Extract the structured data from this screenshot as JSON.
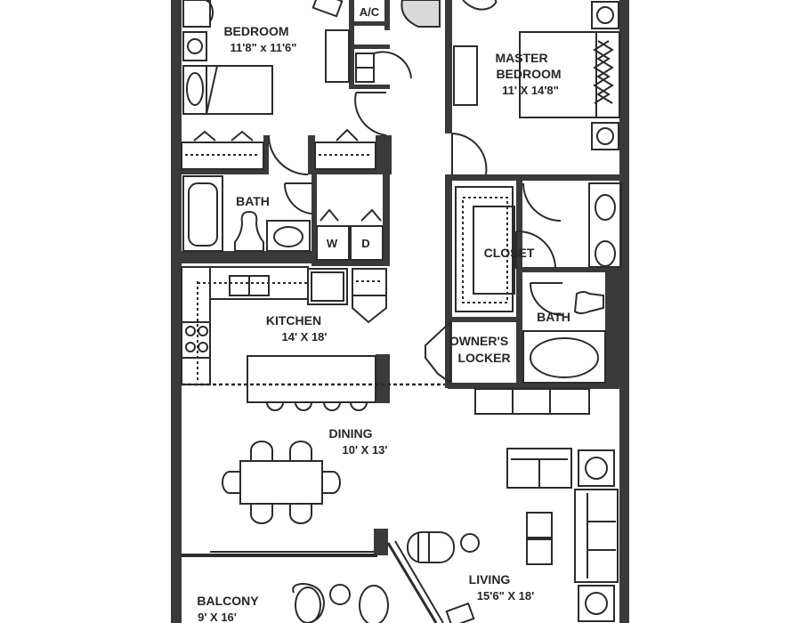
{
  "rooms": {
    "bedroom": {
      "name": "BEDROOM",
      "dims": "11'8\" x 11'6\""
    },
    "ac": {
      "name": "A/C"
    },
    "master_bedroom": {
      "name_line1": "MASTER",
      "name_line2": "BEDROOM",
      "dims": "11' X 14'8\""
    },
    "bath_1": {
      "name": "BATH"
    },
    "washer": {
      "name": "W"
    },
    "dryer": {
      "name": "D"
    },
    "closet": {
      "name": "CLOSET"
    },
    "bath_2": {
      "name": "BATH"
    },
    "kitchen": {
      "name": "KITCHEN",
      "dims": "14' X 18'"
    },
    "owners_locker": {
      "name_line1": "OWNER'S",
      "name_line2": "LOCKER"
    },
    "dining": {
      "name": "DINING",
      "dims": "10' X 13'"
    },
    "living": {
      "name": "LIVING",
      "dims": "15'6\" X 18'"
    },
    "balcony": {
      "name": "BALCONY",
      "dims": "9' X 16'"
    }
  },
  "colors": {
    "wall": "#3a3a3a",
    "line": "#2b2b2b",
    "fill": "#ffffff",
    "background": "#ffffff"
  }
}
